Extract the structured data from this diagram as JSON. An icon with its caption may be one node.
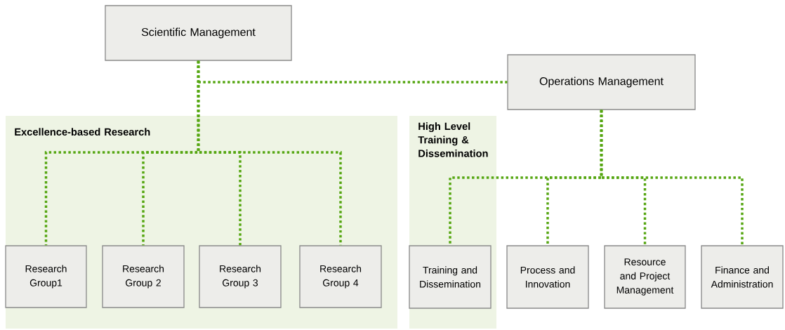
{
  "diagram": {
    "nodes": [
      {
        "text": [
          "Scientific Management"
        ]
      },
      {
        "text": [
          "Operations Management"
        ]
      },
      {
        "text": [
          "Excellence-based Research"
        ]
      },
      {
        "text": [
          "Research Group1"
        ],
        "in": 2
      },
      {
        "text": [
          "Research Group 2"
        ],
        "in": 2
      },
      {
        "text": [
          "Research Group 3"
        ],
        "in": 2
      },
      {
        "text": [
          "Research Group 4"
        ],
        "in": 2
      },
      {
        "text": [
          "High Level Training & Dissemination"
        ]
      },
      {
        "text": [
          "Training and Dissemination"
        ],
        "in": 7
      },
      {
        "text": [
          "Process and Innovation"
        ]
      },
      {
        "text": [
          "Resource and Project Management"
        ]
      },
      {
        "text": [
          "Finance and Administration"
        ]
      }
    ],
    "edges": [
      {
        "from": 0,
        "to": 1,
        "arrow": "none"
      },
      {
        "from": 0,
        "to": 3,
        "arrow": "none"
      },
      {
        "from": 0,
        "to": 4,
        "arrow": "none"
      },
      {
        "from": 0,
        "to": 5,
        "arrow": "none"
      },
      {
        "from": 0,
        "to": 6,
        "arrow": "none"
      },
      {
        "from": 1,
        "to": 8,
        "arrow": "none"
      },
      {
        "from": 1,
        "to": 9,
        "arrow": "none"
      },
      {
        "from": 1,
        "to": 10,
        "arrow": "none"
      },
      {
        "from": 1,
        "to": 11,
        "arrow": "none"
      }
    ]
  }
}
